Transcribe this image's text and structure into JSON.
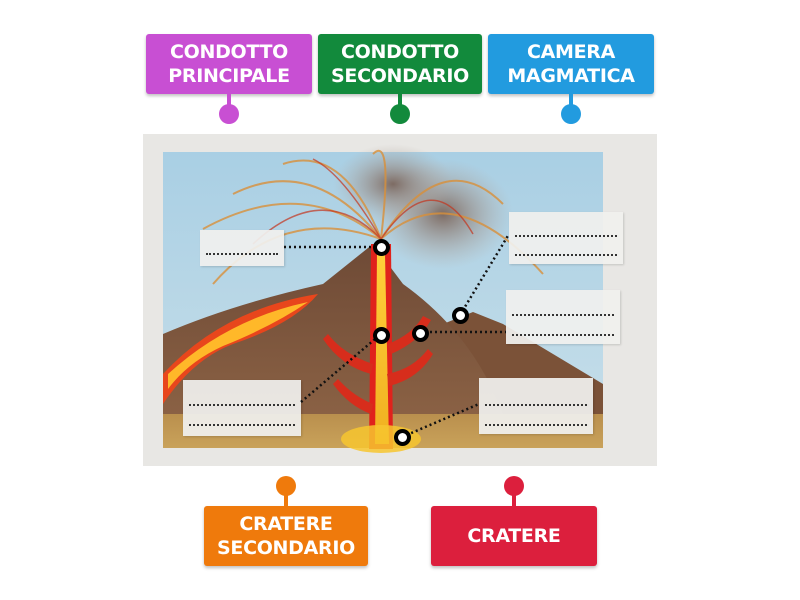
{
  "labels": [
    {
      "id": "condotto-principale",
      "text": "CONDOTTO\nPRINCIPALE",
      "color": "#c84fd3"
    },
    {
      "id": "condotto-secondario",
      "text": "CONDOTTO\nSECONDARIO",
      "color": "#128a3c"
    },
    {
      "id": "camera-magmatica",
      "text": "CAMERA\nMAGMATICA",
      "color": "#229bdf"
    },
    {
      "id": "cratere-secondario",
      "text": "CRATERE\nSECONDARIO",
      "color": "#ef7a0c"
    },
    {
      "id": "cratere",
      "text": "CRATERE",
      "color": "#dc1f3d"
    }
  ],
  "diagram": {
    "subject": "volcano cross-section",
    "answer_boxes": 5,
    "hotspots": 6
  }
}
